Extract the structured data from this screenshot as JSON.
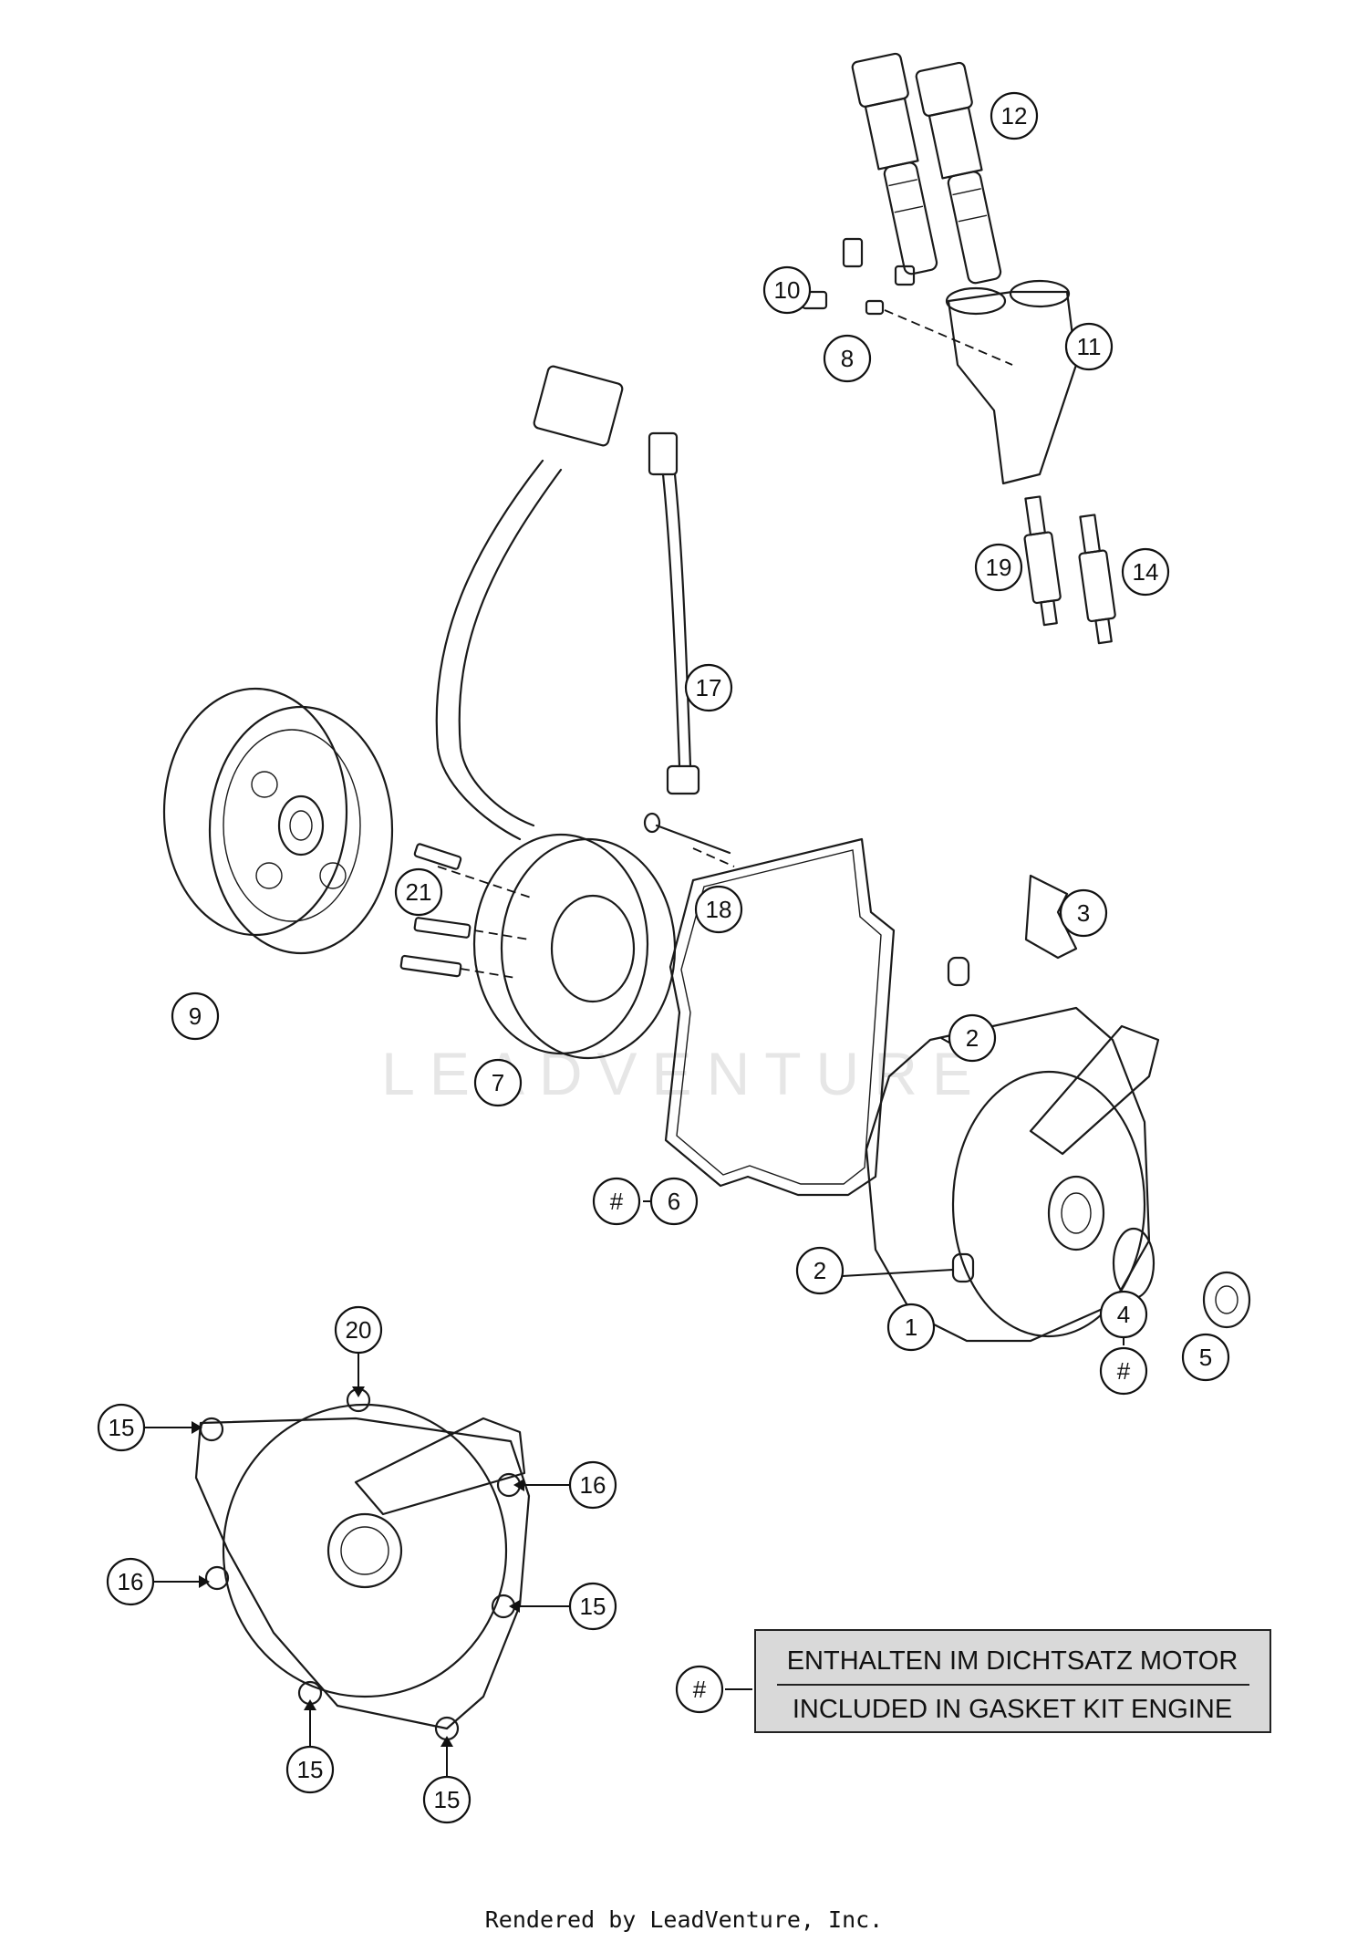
{
  "watermark": "LEADVENTURE",
  "footer": "Rendered by LeadVenture, Inc.",
  "legend": {
    "marker": "#",
    "line1": "ENTHALTEN IM DICHTSATZ MOTOR",
    "line2": "INCLUDED IN GASKET KIT ENGINE"
  },
  "callouts": [
    {
      "id": "c12",
      "label": "12"
    },
    {
      "id": "c10",
      "label": "10"
    },
    {
      "id": "c8",
      "label": "8"
    },
    {
      "id": "c11",
      "label": "11"
    },
    {
      "id": "c19",
      "label": "19"
    },
    {
      "id": "c14",
      "label": "14"
    },
    {
      "id": "c17",
      "label": "17"
    },
    {
      "id": "c21",
      "label": "21"
    },
    {
      "id": "c18",
      "label": "18"
    },
    {
      "id": "c9",
      "label": "9"
    },
    {
      "id": "c7",
      "label": "7"
    },
    {
      "id": "c3",
      "label": "3"
    },
    {
      "id": "c2a",
      "label": "2"
    },
    {
      "id": "c6hash",
      "label": "#"
    },
    {
      "id": "c6",
      "label": "6"
    },
    {
      "id": "c2b",
      "label": "2"
    },
    {
      "id": "c1",
      "label": "1"
    },
    {
      "id": "c4",
      "label": "4"
    },
    {
      "id": "c4hash",
      "label": "#"
    },
    {
      "id": "c5",
      "label": "5"
    },
    {
      "id": "c20",
      "label": "20"
    },
    {
      "id": "c15a",
      "label": "15"
    },
    {
      "id": "c16a",
      "label": "16"
    },
    {
      "id": "c16b",
      "label": "16"
    },
    {
      "id": "c15b",
      "label": "15"
    },
    {
      "id": "c15c",
      "label": "15"
    },
    {
      "id": "c15d",
      "label": "15"
    }
  ]
}
